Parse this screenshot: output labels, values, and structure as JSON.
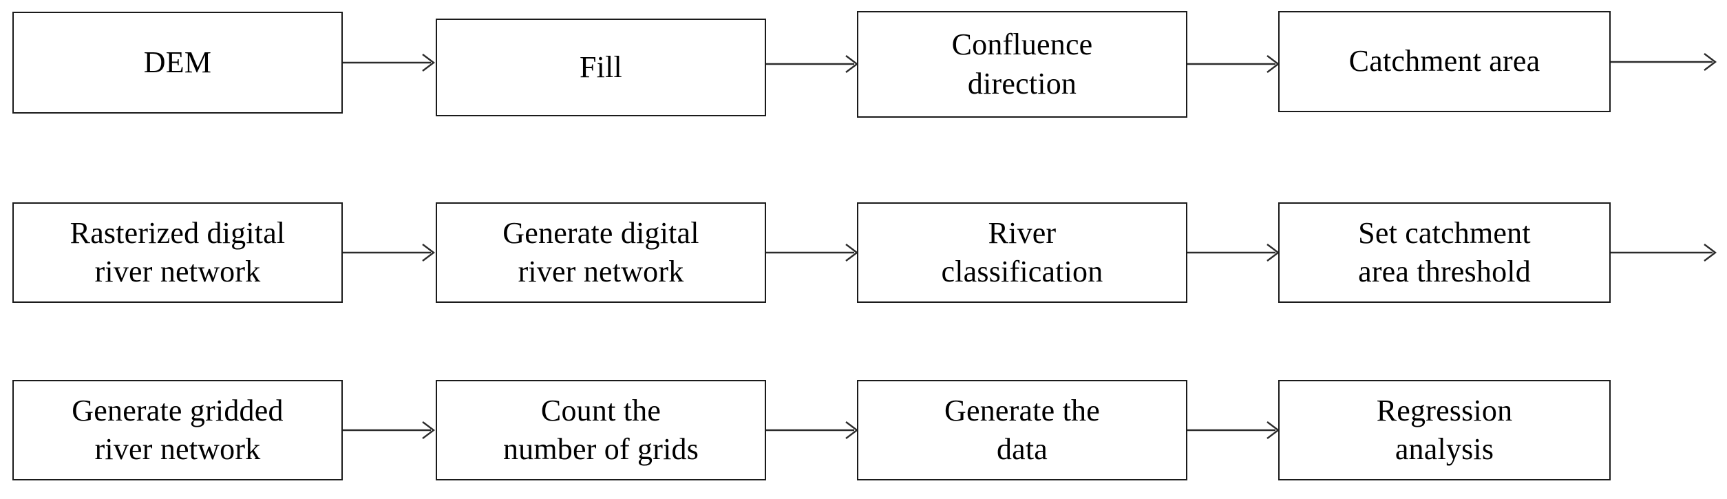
{
  "diagram": {
    "type": "flowchart",
    "title": "",
    "orientation": "left-to-right, wrapping across three rows",
    "box_style": {
      "border_color": "#1a1a1a",
      "fill_color": "#ffffff",
      "text_color": "#000000"
    },
    "arrow_color": "#2b2b2b",
    "rows": [
      {
        "row_index": 1,
        "nodes": [
          {
            "id": "dem",
            "label": "DEM"
          },
          {
            "id": "fill",
            "label": "Fill"
          },
          {
            "id": "confluence-direction",
            "label": "Confluence\ndirection"
          },
          {
            "id": "catchment-area",
            "label": "Catchment area"
          }
        ],
        "has_trailing_arrow": true
      },
      {
        "row_index": 2,
        "nodes": [
          {
            "id": "rasterized-digital-river-network",
            "label": "Rasterized digital\nriver network"
          },
          {
            "id": "generate-digital-river-network",
            "label": "Generate digital\nriver network"
          },
          {
            "id": "river-classification",
            "label": "River\nclassification"
          },
          {
            "id": "set-catchment-area-threshold",
            "label": "Set catchment\narea threshold"
          }
        ],
        "has_trailing_arrow": true
      },
      {
        "row_index": 3,
        "nodes": [
          {
            "id": "generate-gridded-river-network",
            "label": "Generate gridded\nriver network"
          },
          {
            "id": "count-the-number-of-grids",
            "label": "Count the\nnumber of grids"
          },
          {
            "id": "generate-the-data",
            "label": "Generate the\ndata"
          },
          {
            "id": "regression-analysis",
            "label": "Regression\nanalysis"
          }
        ],
        "has_trailing_arrow": false
      }
    ]
  }
}
